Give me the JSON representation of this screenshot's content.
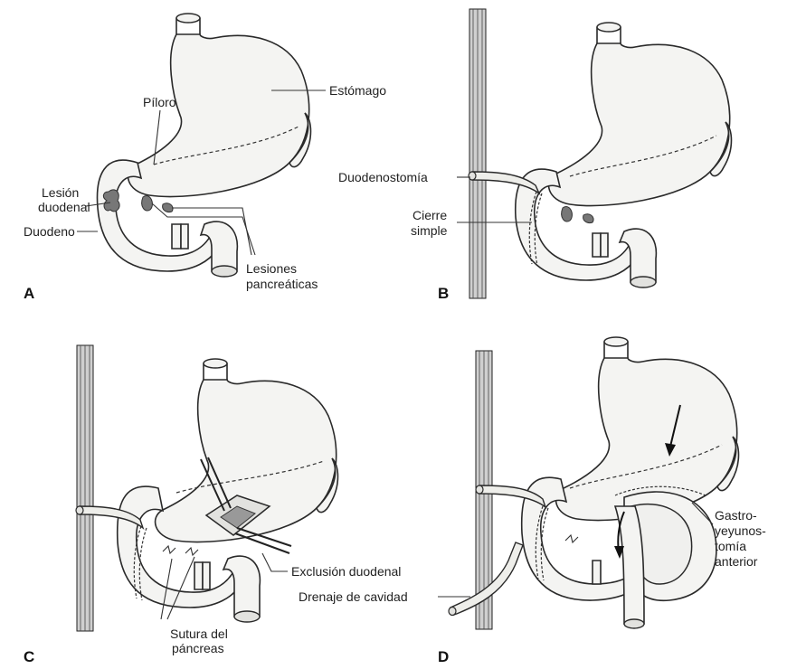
{
  "panels": {
    "a": {
      "letter": "A",
      "labels": {
        "stomach": "Estómago",
        "pylorus": "Píloro",
        "lesion_line1": "Lesión",
        "lesion_line2": "duodenal",
        "duodenum": "Duodeno",
        "pancreatic_line1": "Lesiones",
        "pancreatic_line2": "pancreáticas"
      }
    },
    "b": {
      "letter": "B",
      "labels": {
        "duodenostomy": "Duodenostomía",
        "closure_line1": "Cierre",
        "closure_line2": "simple"
      }
    },
    "c": {
      "letter": "C",
      "labels": {
        "exclusion": "Exclusión duodenal",
        "suture_line1": "Sutura del",
        "suture_line2": "páncreas"
      }
    },
    "d": {
      "letter": "D",
      "labels": {
        "drain": "Drenaje de cavidad",
        "gastro_line1": "Gastro-",
        "gastro_line2": "yeyunos-",
        "gastro_line3": "tomía",
        "gastro_line4": "anterior"
      }
    }
  }
}
